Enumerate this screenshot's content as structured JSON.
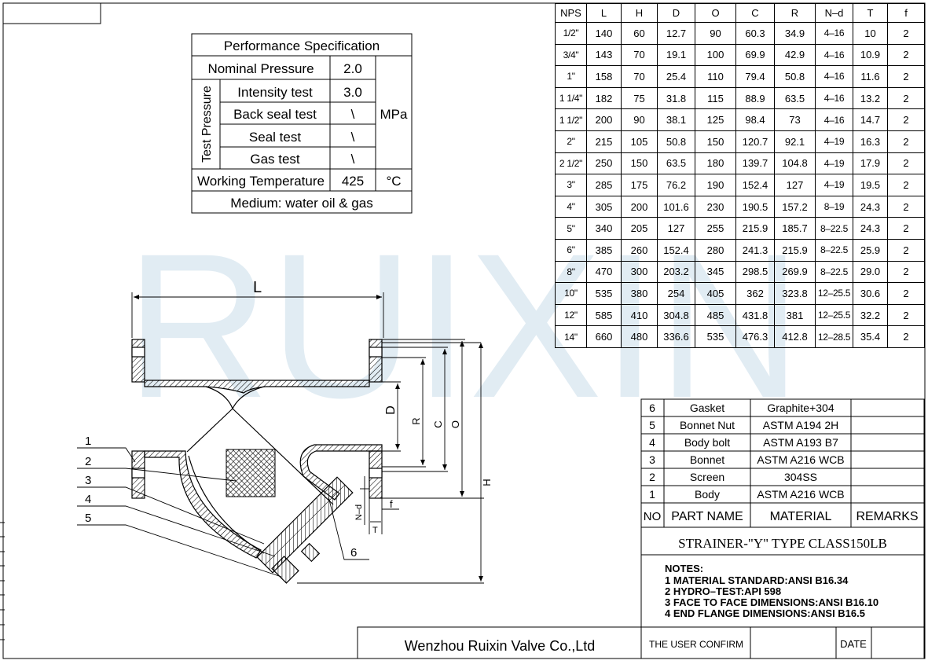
{
  "watermark": "RUIXIN",
  "performance_spec": {
    "title": "Performance Specification",
    "nominal_pressure": {
      "label": "Nominal Pressure",
      "value": "2.0"
    },
    "test_pressure_label": "Test Pressure",
    "tests": [
      {
        "label": "Intensity test",
        "value": "3.0"
      },
      {
        "label": "Back seal test",
        "value": "\\"
      },
      {
        "label": "Seal test",
        "value": "\\"
      },
      {
        "label": "Gas test",
        "value": "\\"
      }
    ],
    "pressure_unit": "MPa",
    "working_temperature": {
      "label": "Working Temperature",
      "value": "425",
      "unit": "°C"
    },
    "medium": "Medium: water oil & gas"
  },
  "dimensions_table": {
    "headers": [
      "NPS",
      "L",
      "H",
      "D",
      "O",
      "C",
      "R",
      "N–d",
      "T",
      "f"
    ],
    "rows": [
      [
        "1/2\"",
        "140",
        "60",
        "12.7",
        "90",
        "60.3",
        "34.9",
        "4–16",
        "10",
        "2"
      ],
      [
        "3/4\"",
        "143",
        "70",
        "19.1",
        "100",
        "69.9",
        "42.9",
        "4–16",
        "10.9",
        "2"
      ],
      [
        "1\"",
        "158",
        "70",
        "25.4",
        "110",
        "79.4",
        "50.8",
        "4–16",
        "11.6",
        "2"
      ],
      [
        "1 1/4\"",
        "182",
        "75",
        "31.8",
        "115",
        "88.9",
        "63.5",
        "4–16",
        "13.2",
        "2"
      ],
      [
        "1 1/2\"",
        "200",
        "90",
        "38.1",
        "125",
        "98.4",
        "73",
        "4–16",
        "14.7",
        "2"
      ],
      [
        "2\"",
        "215",
        "105",
        "50.8",
        "150",
        "120.7",
        "92.1",
        "4–19",
        "16.3",
        "2"
      ],
      [
        "2 1/2\"",
        "250",
        "150",
        "63.5",
        "180",
        "139.7",
        "104.8",
        "4–19",
        "17.9",
        "2"
      ],
      [
        "3\"",
        "285",
        "175",
        "76.2",
        "190",
        "152.4",
        "127",
        "4–19",
        "19.5",
        "2"
      ],
      [
        "4\"",
        "305",
        "200",
        "101.6",
        "230",
        "190.5",
        "157.2",
        "8–19",
        "24.3",
        "2"
      ],
      [
        "5\"",
        "340",
        "205",
        "127",
        "255",
        "215.9",
        "185.7",
        "8–22.5",
        "24.3",
        "2"
      ],
      [
        "6\"",
        "385",
        "260",
        "152.4",
        "280",
        "241.3",
        "215.9",
        "8–22.5",
        "25.9",
        "2"
      ],
      [
        "8\"",
        "470",
        "300",
        "203.2",
        "345",
        "298.5",
        "269.9",
        "8–22.5",
        "29.0",
        "2"
      ],
      [
        "10\"",
        "535",
        "380",
        "254",
        "405",
        "362",
        "323.8",
        "12–25.5",
        "30.6",
        "2"
      ],
      [
        "12\"",
        "585",
        "410",
        "304.8",
        "485",
        "431.8",
        "381",
        "12–25.5",
        "32.2",
        "2"
      ],
      [
        "14\"",
        "660",
        "480",
        "336.6",
        "535",
        "476.3",
        "412.8",
        "12–28.5",
        "35.4",
        "2"
      ]
    ]
  },
  "bill_of_materials": {
    "parts": [
      {
        "no": "6",
        "name": "Gasket",
        "material": "Graphite+304"
      },
      {
        "no": "5",
        "name": "Bonnet Nut",
        "material": "ASTM A194 2H"
      },
      {
        "no": "4",
        "name": "Body bolt",
        "material": "ASTM A193 B7"
      },
      {
        "no": "3",
        "name": "Bonnet",
        "material": "ASTM A216 WCB"
      },
      {
        "no": "2",
        "name": "Screen",
        "material": "304SS"
      },
      {
        "no": "1",
        "name": "Body",
        "material": "ASTM A216 WCB"
      }
    ],
    "header": {
      "no": "NO",
      "part_name": "PART NAME",
      "material": "MATERIAL",
      "remarks": "REMARKS"
    }
  },
  "title_block": {
    "title": "STRAINER-\"Y\" TYPE CLASS150LB",
    "notes_heading": "NOTES:",
    "notes": [
      "1 MATERIAL STANDARD:ANSI B16.34",
      "2 HYDRO–TEST:API 598",
      "3 FACE TO FACE DIMENSIONS:ANSI B16.10",
      "4 END FLANGE DIMENSIONS:ANSI B16.5"
    ],
    "user_confirm": "THE USER CONFIRM",
    "date": "DATE",
    "company": "Wenzhou Ruixin Valve Co.,Ltd"
  },
  "drawing": {
    "callouts": [
      "1",
      "2",
      "3",
      "4",
      "5",
      "6"
    ],
    "dimension_labels": {
      "L": "L",
      "D": "D",
      "R": "R",
      "C": "C",
      "O": "O",
      "H": "H",
      "Nd": "N–d",
      "f": "f",
      "T": "T"
    }
  },
  "colors": {
    "watermark": "#c9dcea",
    "line": "#000000"
  }
}
